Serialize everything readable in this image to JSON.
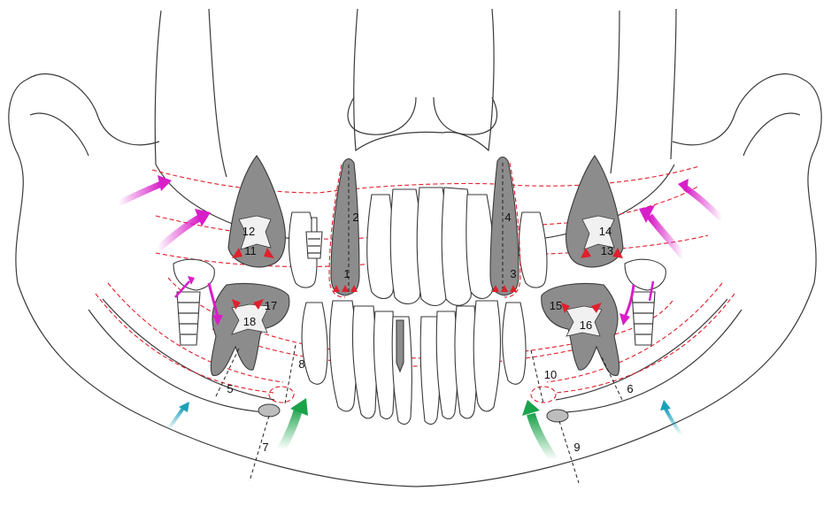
{
  "colors": {
    "outline": "#3a3a3a",
    "dark_fill": "#8c8c8c",
    "red_dashed": "#e0202c",
    "red_arrow": "#e0202c",
    "magenta_arrow": "#d81ec8",
    "green_arrow": "#1aa34a",
    "cyan_arrow": "#1aa0b8"
  },
  "icons": {
    "magenta": "magenta-arrow-icon",
    "green": "green-arrow-icon",
    "cyan": "cyan-arrow-icon",
    "red": "red-arrowhead-icon"
  },
  "labels": {
    "l1": "1",
    "l2": "2",
    "l3": "3",
    "l4": "4",
    "l5": "5",
    "l6": "6",
    "l7": "7",
    "l8": "8",
    "l9": "9",
    "l10": "10",
    "l11": "11",
    "l12": "12",
    "l13": "13",
    "l14": "14",
    "l15": "15",
    "l16": "16",
    "l17": "17",
    "l18": "18"
  }
}
